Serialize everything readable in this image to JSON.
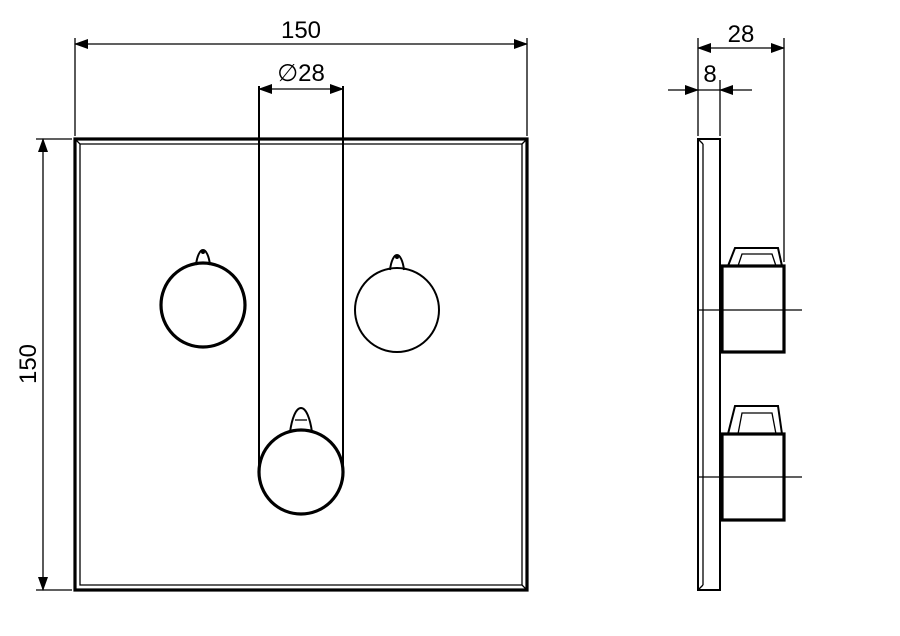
{
  "drawing": {
    "front_view": {
      "width_label": "150",
      "height_label": "150",
      "knob_diameter_label": "∅28"
    },
    "side_view": {
      "depth_label": "28",
      "plate_thickness_label": "8"
    }
  }
}
